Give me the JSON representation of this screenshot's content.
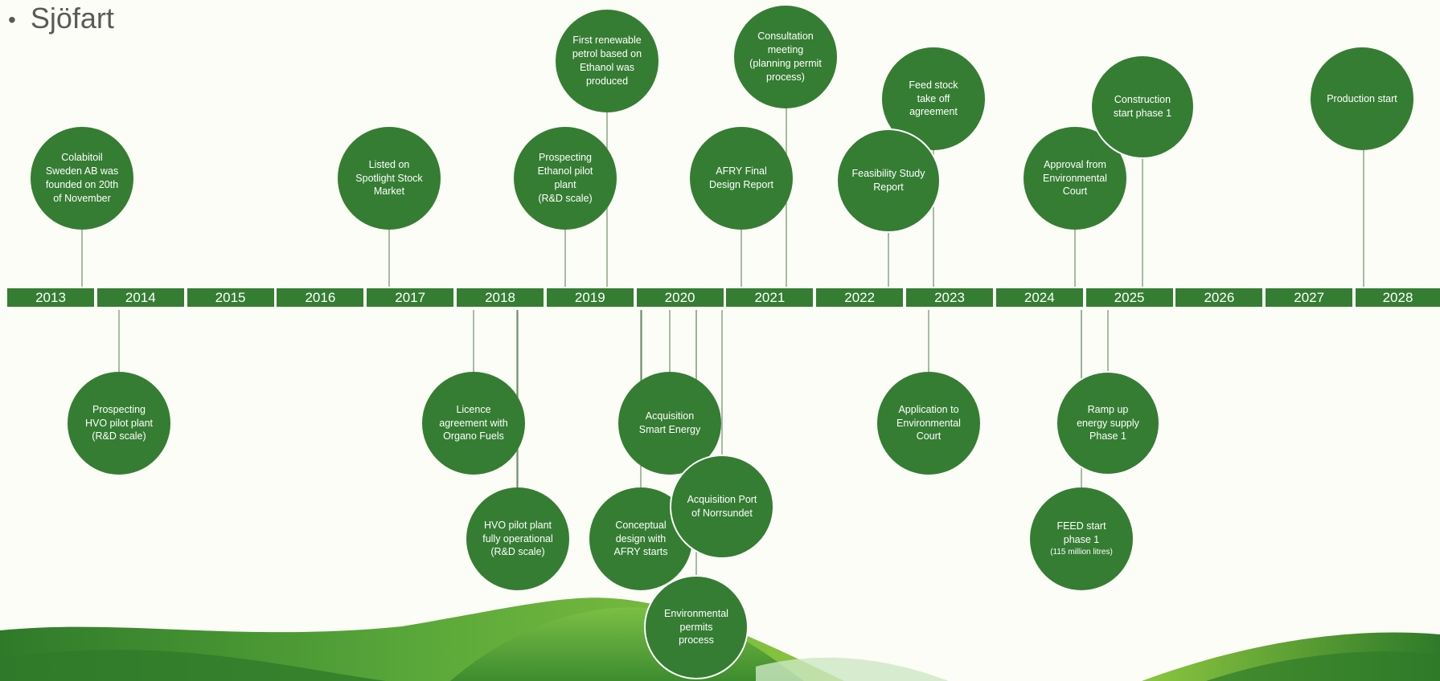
{
  "bullet": {
    "marker": "•",
    "text": "Sjöfart"
  },
  "colors": {
    "accent": "#357d33",
    "background": "#fdfdf7",
    "hill_dark": "#2f7a2a",
    "hill_light": "#6fb644"
  },
  "years": [
    "2013",
    "2014",
    "2015",
    "2016",
    "2017",
    "2018",
    "2019",
    "2020",
    "2021",
    "2022",
    "2023",
    "2024",
    "2025",
    "2026",
    "2027",
    "2028"
  ],
  "milestones_above": [
    {
      "id": "colabitoil",
      "text": "Colabitoil\nSweden AB was\nfounded on 20th\nof November"
    },
    {
      "id": "spotlight",
      "text": "Listed on\nSpotlight Stock\nMarket"
    },
    {
      "id": "first-petrol",
      "text": "First renewable\npetrol based on\nEthanol was\nproduced"
    },
    {
      "id": "ethanol-pilot",
      "text": "Prospecting\nEthanol pilot\nplant\n(R&D scale)"
    },
    {
      "id": "consultation",
      "text": "Consultation\nmeeting\n(planning permit\nprocess)"
    },
    {
      "id": "afry-final",
      "text": "AFRY Final\nDesign Report"
    },
    {
      "id": "feed-stock",
      "text": "Feed stock\ntake off\nagreement"
    },
    {
      "id": "feasibility",
      "text": "Feasibility Study\nReport"
    },
    {
      "id": "approval",
      "text": "Approval from\nEnvironmental\nCourt"
    },
    {
      "id": "construction",
      "text": "Construction\nstart phase 1"
    },
    {
      "id": "production",
      "text": "Production start"
    }
  ],
  "milestones_below": [
    {
      "id": "hvo-prospect",
      "text": "Prospecting\nHVO pilot plant\n(R&D scale)"
    },
    {
      "id": "licence",
      "text": "Licence\nagreement with\nOrgano Fuels"
    },
    {
      "id": "hvo-operational",
      "text": "HVO pilot plant\nfully operational\n(R&D scale)"
    },
    {
      "id": "smart-energy",
      "text": "Acquisition\nSmart Energy"
    },
    {
      "id": "conceptual",
      "text": "Conceptual\ndesign with\nAFRY starts"
    },
    {
      "id": "port",
      "text": "Acquisition  Port\nof Norrsundet"
    },
    {
      "id": "env-permits",
      "text": "Environmental\npermits\nprocess"
    },
    {
      "id": "application",
      "text": "Application to\nEnvironmental\nCourt"
    },
    {
      "id": "ramp-up",
      "text": "Ramp up\nenergy supply\nPhase 1"
    },
    {
      "id": "feed-start",
      "text": "FEED start\nphase 1",
      "small": "(115 million litres)"
    }
  ]
}
